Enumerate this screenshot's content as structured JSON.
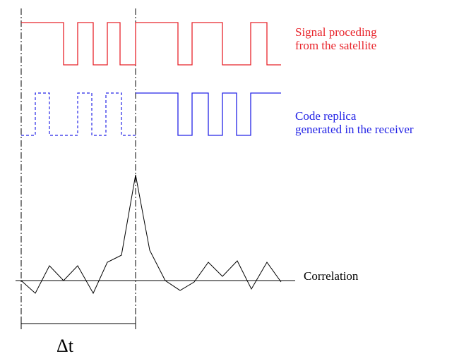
{
  "signal": {
    "label_line1": "Signal proceding",
    "label_line2": "from the satellite",
    "color": "#e8242b"
  },
  "replica": {
    "label_line1": "Code replica",
    "label_line2": "generated in the receiver",
    "color": "#2424e6"
  },
  "correlation": {
    "label": "Correlation",
    "color": "#000000"
  },
  "delay": {
    "label": "Δt"
  }
}
